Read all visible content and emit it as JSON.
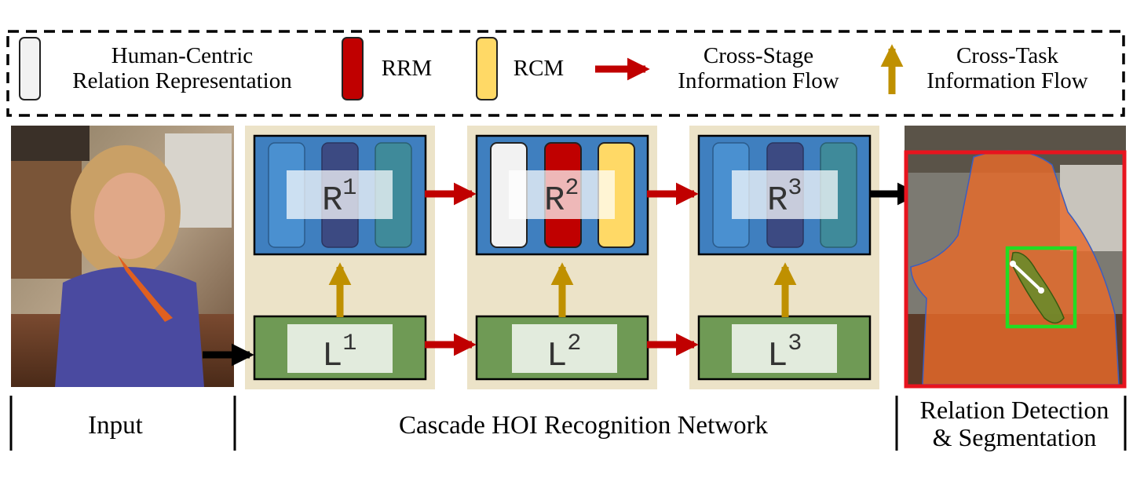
{
  "legend": {
    "items": [
      {
        "label_lines": [
          "Human-Centric",
          "Relation Representation"
        ],
        "swatch": "#f2f2f2"
      },
      {
        "label_lines": [
          "RRM"
        ],
        "swatch": "#c00000"
      },
      {
        "label_lines": [
          "RCM"
        ],
        "swatch": "#ffd966"
      },
      {
        "label_lines": [
          "Cross-Stage",
          "Information Flow"
        ],
        "arrow_color": "#c00000"
      },
      {
        "label_lines": [
          "Cross-Task",
          "Information Flow"
        ],
        "arrow_color": "#bf9000"
      }
    ]
  },
  "stages": [
    {
      "relation_base": "R",
      "relation_sup": "1",
      "localization_base": "L",
      "localization_sup": "1"
    },
    {
      "relation_base": "R",
      "relation_sup": "2",
      "localization_base": "L",
      "localization_sup": "2"
    },
    {
      "relation_base": "R",
      "relation_sup": "3",
      "localization_base": "L",
      "localization_sup": "3"
    }
  ],
  "sections": {
    "input": "Input",
    "network": "Cascade HOI Recognition Network",
    "output_lines": [
      "Relation Detection",
      "& Segmentation"
    ]
  },
  "colors": {
    "relation_box": "#3f7fbf",
    "localization_box": "#6f9a55",
    "stage_bg": "#ece3c8",
    "cross_stage": "#c00000",
    "cross_task": "#bf9000",
    "human_det": "#e8141e",
    "object_det": "#22dd22"
  }
}
